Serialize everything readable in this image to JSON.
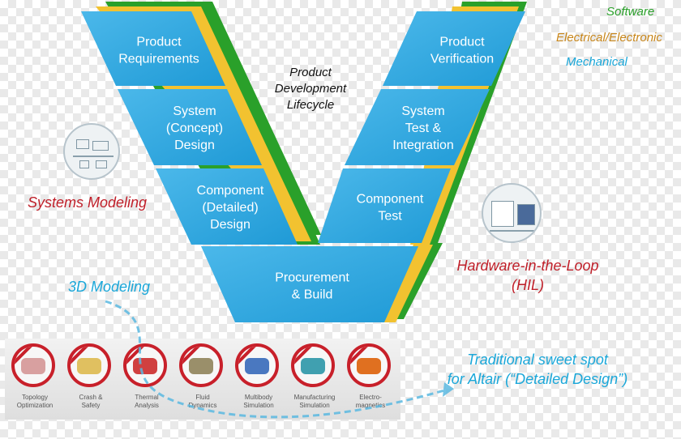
{
  "center_title": [
    "Product",
    "Development",
    "Lifecycle"
  ],
  "legend": [
    {
      "label": "Software",
      "color": "#2aa02a"
    },
    {
      "label": "Electrical/Electronic",
      "color": "#c8861a"
    },
    {
      "label": "Mechanical",
      "color": "#1aa7d9"
    }
  ],
  "stages": {
    "left": [
      {
        "lines": [
          "Product",
          "Requirements"
        ]
      },
      {
        "lines": [
          "System",
          "(Concept)",
          "Design"
        ]
      },
      {
        "lines": [
          "Component",
          "(Detailed)",
          "Design"
        ]
      }
    ],
    "bottom": {
      "lines": [
        "Procurement",
        "& Build"
      ]
    },
    "right": [
      {
        "lines": [
          "Product",
          "Verification"
        ]
      },
      {
        "lines": [
          "System",
          "Test &",
          "Integration"
        ]
      },
      {
        "lines": [
          "Component",
          "Test"
        ]
      }
    ]
  },
  "annotations": {
    "systems_modeling": {
      "text": "Systems Modeling",
      "color": "#c0202a"
    },
    "hil": {
      "lines": [
        "Hardware-in-the-Loop",
        "(HIL)"
      ],
      "color": "#c0202a"
    },
    "modeling_3d": {
      "text": "3D Modeling",
      "color": "#1aa7d9"
    },
    "sweet_spot": {
      "lines": [
        "Traditional sweet spot",
        "for Altair (“Detailed Design”)"
      ],
      "color": "#1aa7d9"
    }
  },
  "tools": [
    {
      "label": [
        "Topology",
        "Optimization"
      ],
      "icon": "topology-optimization-icon",
      "color": "#d8a0a0"
    },
    {
      "label": [
        "Crash &",
        "Safety"
      ],
      "icon": "crash-safety-icon",
      "color": "#e0c060"
    },
    {
      "label": [
        "Thermal",
        "Analysis"
      ],
      "icon": "thermal-analysis-icon",
      "color": "#d04040"
    },
    {
      "label": [
        "Fluid",
        "Dynamics"
      ],
      "icon": "fluid-dynamics-icon",
      "color": "#9a8f6a"
    },
    {
      "label": [
        "Multibody",
        "Simulation"
      ],
      "icon": "multibody-simulation-icon",
      "color": "#4a78c0"
    },
    {
      "label": [
        "Manufacturing",
        "Simulation"
      ],
      "icon": "manufacturing-simulation-icon",
      "color": "#40a0b0"
    },
    {
      "label": [
        "Electro-",
        "magnetics"
      ],
      "icon": "electromagnetics-icon",
      "color": "#e07020"
    }
  ],
  "colors": {
    "stage_fill": "#2aa6e0",
    "stage_fill_light": "#4bb8ea",
    "stage_edge": "#f2c230",
    "stage_edge_outer": "#2aa02a",
    "divider": "#ffffff"
  }
}
